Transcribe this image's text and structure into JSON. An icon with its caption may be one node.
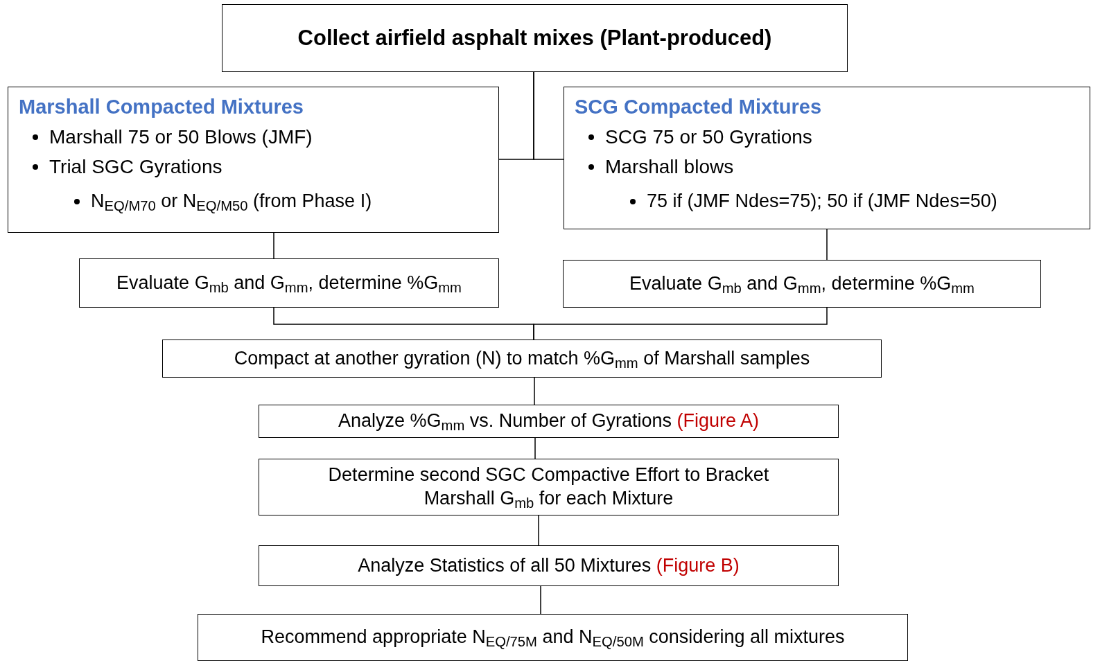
{
  "diagram": {
    "nodes": [
      {
        "text": [
          "Collect airfield asphalt mixes (Plant-produced)"
        ]
      },
      {
        "text": [
          "Marshall Compacted Mixtures",
          "Marshall 75 or 50  Blows (JMF)",
          "Trial SGC Gyrations",
          "N$_{EQ/M70}$ or N$_{EQ/M50}$ (from Phase I)"
        ]
      },
      {
        "text": [
          "SCG Compacted Mixtures",
          "SCG 75 or 50 Gyrations",
          "Marshall blows",
          "75 if (JMF Ndes=75); 50 if (JMF Ndes=50)"
        ]
      },
      {
        "text": [
          "Evaluate G$_{mb}$ and G$_{mm}$, determine %G$_{mm}$"
        ]
      },
      {
        "text": [
          "Evaluate G$_{mb}$ and G$_{mm}$, determine %G$_{mm}$"
        ]
      },
      {
        "text": [
          "Compact at another gyration (N) to match %G$_{mm}$ of Marshall samples"
        ]
      },
      {
        "text": [
          "Analyze %G$_{mm}$ vs. Number of Gyrations",
          "(Figure A)"
        ]
      },
      {
        "text": [
          "Determine second SGC Compactive Effort to Bracket Marshall G$_{mb}$ for each Mixture"
        ]
      },
      {
        "text": [
          "Analyze Statistics of all 50 Mixtures",
          "(Figure B)"
        ]
      },
      {
        "text": [
          "Recommend appropriate N$_{EQ/75M}$ and N$_{EQ/50M}$ considering all mixtures"
        ]
      }
    ],
    "edges": [
      {
        "from": 0,
        "to": 1,
        "arrow": "none"
      },
      {
        "from": 0,
        "to": 2,
        "arrow": "none"
      },
      {
        "from": 1,
        "to": 3,
        "arrow": "none"
      },
      {
        "from": 2,
        "to": 4,
        "arrow": "none"
      },
      {
        "from": 3,
        "to": 5,
        "arrow": "none"
      },
      {
        "from": 4,
        "to": 5,
        "arrow": "none"
      },
      {
        "from": 5,
        "to": 6,
        "arrow": "none"
      },
      {
        "from": 6,
        "to": 7,
        "arrow": "none"
      },
      {
        "from": 7,
        "to": 8,
        "arrow": "none"
      },
      {
        "from": 8,
        "to": 9,
        "arrow": "none"
      }
    ]
  }
}
